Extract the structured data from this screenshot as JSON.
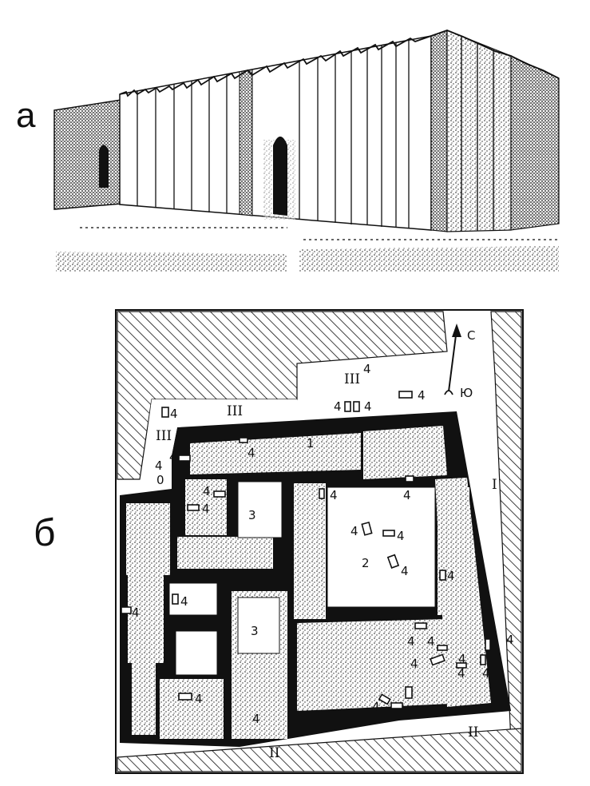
{
  "figure_labels": {
    "a": "а",
    "b": "б"
  },
  "compass": {
    "north": "С",
    "south": "Ю"
  },
  "room_numbers": {
    "one": "1",
    "two": "2",
    "three": "3"
  },
  "find_marker": "4",
  "roman_numerals": {
    "I": "I",
    "II": "II",
    "III": "III"
  },
  "misc": {
    "zero": "0"
  }
}
